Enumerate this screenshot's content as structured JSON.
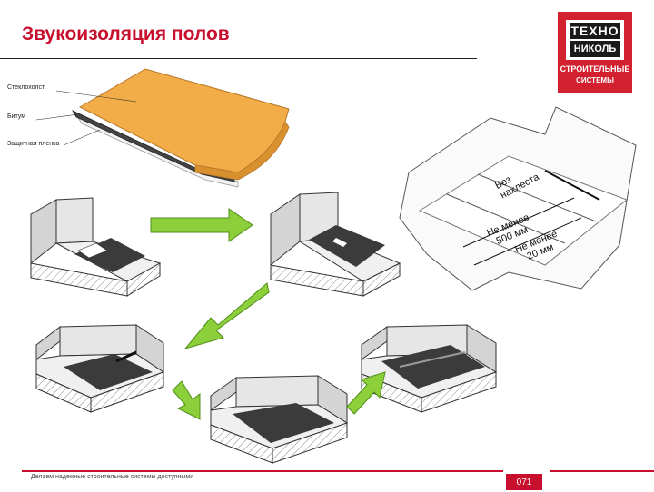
{
  "header": {
    "title": "Звукоизоляция полов"
  },
  "logo": {
    "line1": "ТЕХНО",
    "line2": "НИКОЛЬ",
    "sub1": "СТРОИТЕЛЬНЫЕ",
    "sub2": "СИСТЕМЫ"
  },
  "material_labels": {
    "top": "Стеклохолст",
    "middle": "Битум",
    "bottom": "Защитная пленка"
  },
  "plan_labels": {
    "no_overlap_1": "Без",
    "no_overlap_2": "нахлеста",
    "min_500_1": "Не менее",
    "min_500_2": "500 мм",
    "min_20_1": "Не менее",
    "min_20_2": "20 мм"
  },
  "footer": {
    "slogan": "Делаем надежные строительные системы доступными",
    "page": "071"
  }
}
